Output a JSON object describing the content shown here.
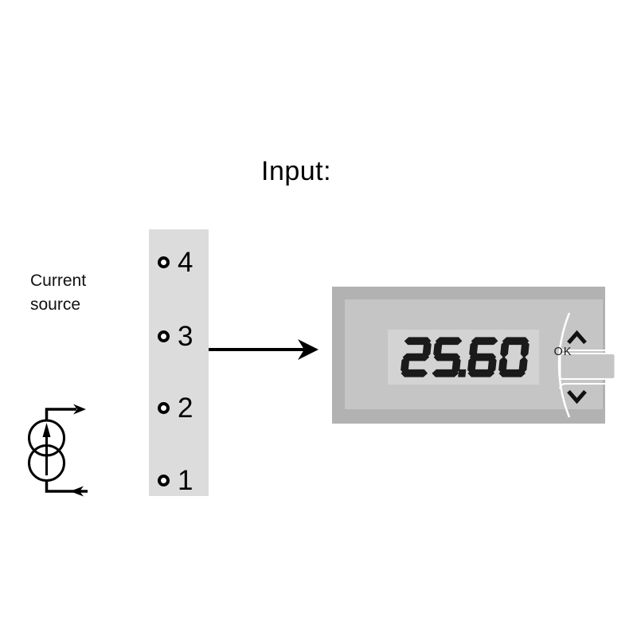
{
  "title": "Input:",
  "current_source": {
    "label": "Current\nsource",
    "symbol": "current-source-overlapping-circles"
  },
  "terminal_block": {
    "terminals": [
      "4",
      "3",
      "2",
      "1"
    ]
  },
  "connection": {
    "arrow": "terminal-3-to-meter-arrow"
  },
  "meter": {
    "display_value": "25.60",
    "ok_label": "OK",
    "up_icon": "chevron-up",
    "down_icon": "chevron-down"
  },
  "colors": {
    "background": "#ffffff",
    "line_color": "#000000",
    "terminal_block_bg": "#dcdcdc",
    "meter_body": "#b2b2b2",
    "meter_face": "#c5c5c5",
    "lcd_bg": "#d3d3d3",
    "lcd_digits": "#1a1a1a",
    "button_separator": "#ffffff"
  }
}
